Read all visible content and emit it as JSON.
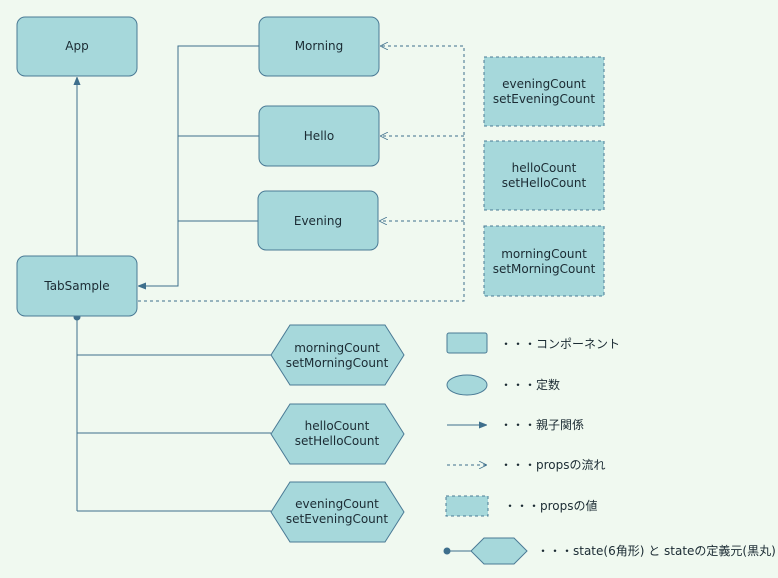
{
  "nodes": {
    "app": "App",
    "morning": "Morning",
    "hello": "Hello",
    "evening": "Evening",
    "tabsample": "TabSample"
  },
  "props_values": [
    [
      "eveningCount",
      "setEveningCount"
    ],
    [
      "helloCount",
      "setHelloCount"
    ],
    [
      "morningCount",
      "setMorningCount"
    ]
  ],
  "states": [
    [
      "morningCount",
      "setMorningCount"
    ],
    [
      "helloCount",
      "setHelloCount"
    ],
    [
      "eveningCount",
      "setEveningCount"
    ]
  ],
  "legend": {
    "component": "・・・コンポーネント",
    "constant": "・・・定数",
    "parent_child": "・・・親子関係",
    "props_flow": "・・・propsの流れ",
    "props_value": "・・・propsの値",
    "state": "・・・state(6角形) と stateの定義元(黒丸)"
  },
  "colors": {
    "fill": "#a6d8db",
    "stroke": "#4a7a95",
    "background": "#f0f9f0"
  }
}
